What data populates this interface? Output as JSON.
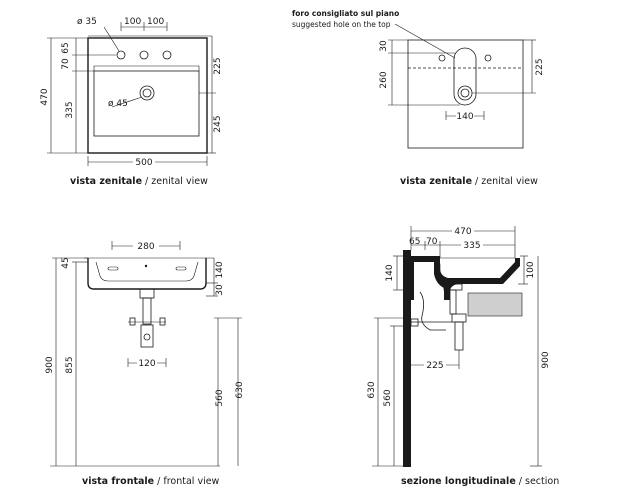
{
  "views": {
    "top_left": {
      "caption_bold": "vista zenitale",
      "caption_sep": " / ",
      "caption_normal": "zenital view",
      "dims": {
        "hole_dia": "ø 35",
        "spacing_1": "100",
        "spacing_2": "100",
        "depth_total": "470",
        "upper_70": "70",
        "upper_65": "65",
        "lower_335": "335",
        "right_225": "225",
        "right_245": "245",
        "drain_dia": "ø 45",
        "width_500": "500"
      }
    },
    "top_right": {
      "caption_bold": "vista zenitale",
      "caption_sep": " / ",
      "caption_normal": "zenital view",
      "note_it": "foro consigliato sul piano",
      "note_en": "suggested hole on the top",
      "dims": {
        "left_30": "30",
        "left_260": "260",
        "right_225": "225",
        "width_140": "140"
      }
    },
    "bottom_left": {
      "caption_bold": "vista frontale",
      "caption_sep": " / ",
      "caption_normal": "frontal view",
      "dims": {
        "top_280": "280",
        "left_45": "45",
        "right_140": "140",
        "right_30": "30",
        "h_900": "900",
        "h_855": "855",
        "trap_120": "120",
        "h_560": "560",
        "h_630": "630"
      }
    },
    "bottom_right": {
      "caption_bold": "sezione longitudinale",
      "caption_sep": " / ",
      "caption_normal": "section",
      "dims": {
        "top_470": "470",
        "top_65": "65",
        "top_70": "70",
        "top_335": "335",
        "left_140": "140",
        "right_100": "100",
        "right_900": "900",
        "trap_225": "225",
        "h_630": "630",
        "h_560": "560"
      }
    }
  }
}
